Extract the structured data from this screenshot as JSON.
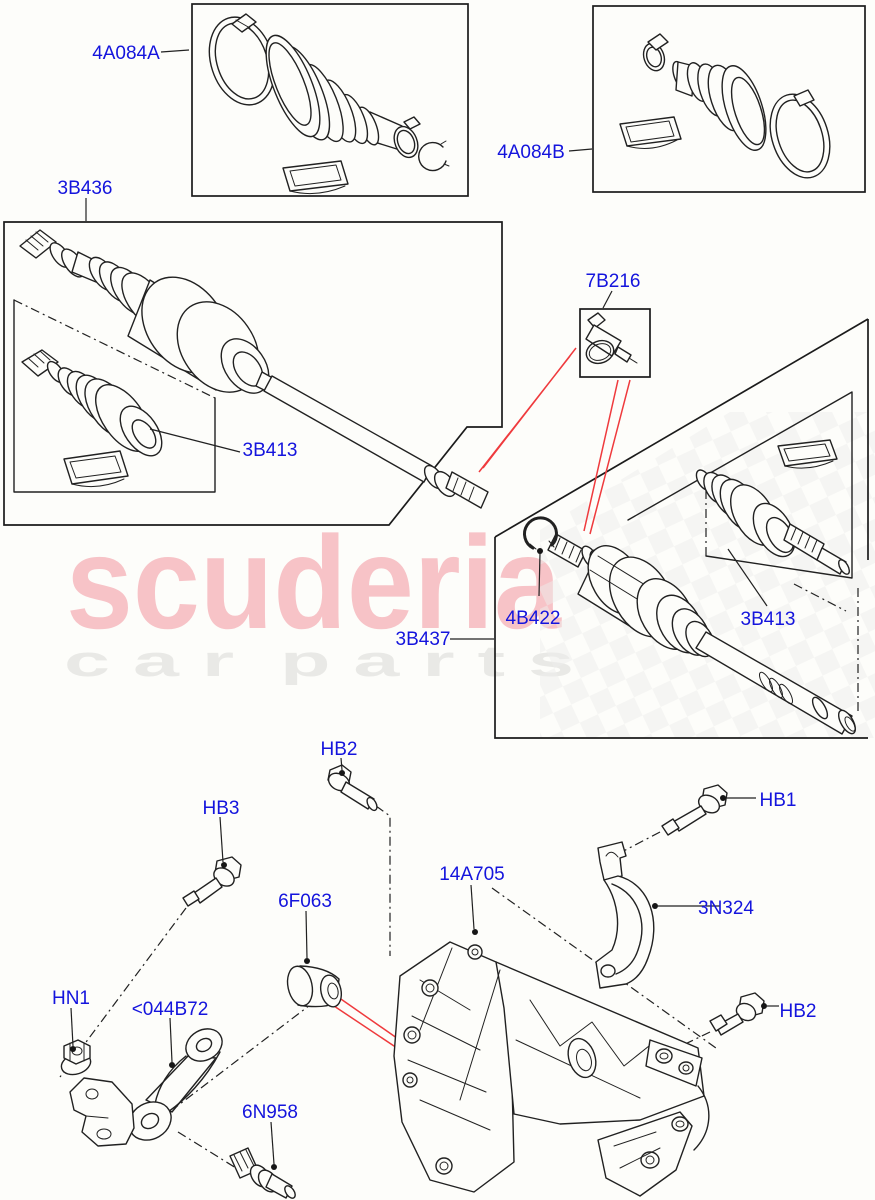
{
  "watermark": {
    "title": "scuderia",
    "subtitle": "c a r  p a r t s"
  },
  "labels": {
    "a4084a": "4A084A",
    "a4084b": "4A084B",
    "b3436": "3B436",
    "b3413_left": "3B413",
    "b7216": "7B216",
    "b4422": "4B422",
    "b3437": "3B437",
    "b3413_right": "3B413",
    "hb2_top": "HB2",
    "hb3": "HB3",
    "hb1": "HB1",
    "a14a705": "14A705",
    "f6063": "6F063",
    "n3324": "3N324",
    "hn1": "HN1",
    "c044b72": "<044B72",
    "n6958": "6N958",
    "hb2_bottom": "HB2"
  },
  "colors": {
    "label_blue": "#1414dd",
    "callout_red": "#ef3a3d",
    "line_black": "#212121",
    "watermark_pink": "#f7c3c7",
    "watermark_gray": "#e9e9e6",
    "checker_gray": "#ededeb",
    "background": "#fdfdfa"
  }
}
